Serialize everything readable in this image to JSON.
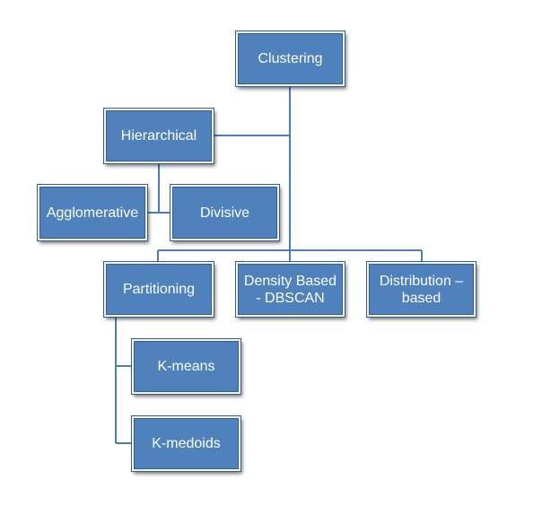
{
  "diagram": {
    "root": "Clustering",
    "hierarchical": "Hierarchical",
    "agglomerative": "Agglomerative",
    "divisive": "Divisive",
    "partitioning": "Partitioning",
    "kmeans": "K-means",
    "kmedoids": "K-medoids",
    "density": "Density Based\n- DBSCAN",
    "distribution": "Distribution –\nbased"
  },
  "colors": {
    "box_fill": "#4f81bd",
    "box_border": "#385d8a",
    "box_inner_border": "#f2f6fb",
    "connector": "#4a7ebb",
    "text": "#ffffff"
  }
}
